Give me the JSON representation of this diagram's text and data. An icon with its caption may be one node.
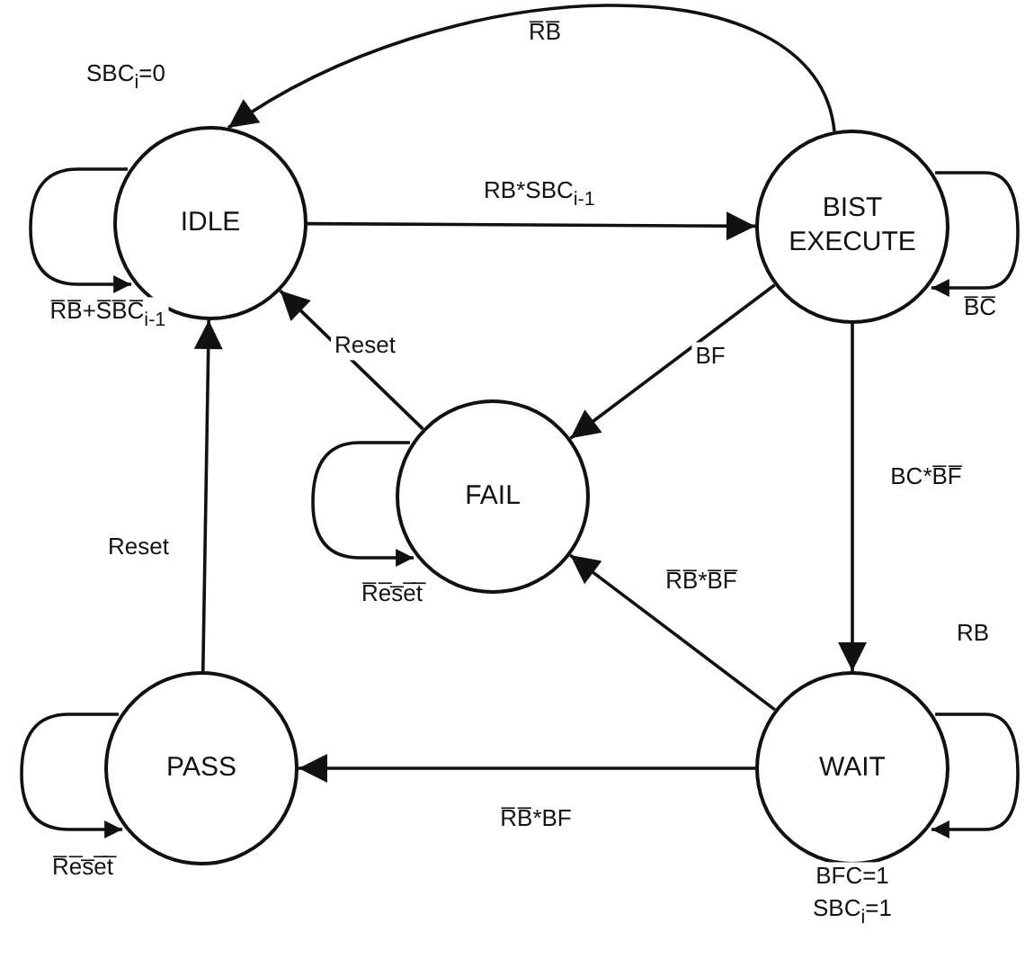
{
  "diagram": {
    "nodes": [
      {
        "text": [
          "IDLE"
        ],
        "beside": [
          "SBC$_{i}$=0"
        ]
      },
      {
        "text": [
          "BIST EXECUTE"
        ]
      },
      {
        "text": [
          "FAIL"
        ]
      },
      {
        "text": [
          "PASS"
        ]
      },
      {
        "text": [
          "WAIT"
        ],
        "beside": [
          "BFC=1",
          "SBC$_{i}$=1"
        ]
      }
    ],
    "edges": [
      {
        "from": 0,
        "to": 1,
        "arrow": "to",
        "label": "RB*SBC$_{i-1}$"
      },
      {
        "from": 1,
        "to": 0,
        "arrow": "to",
        "label": "R̅B̅"
      },
      {
        "from": 0,
        "to": 0,
        "arrow": "to",
        "label": "R̅B̅+S̅B̅C̅$_{i-1}$"
      },
      {
        "from": 1,
        "to": 1,
        "arrow": "to",
        "label": "B̅C̅"
      },
      {
        "from": 1,
        "to": 2,
        "arrow": "to",
        "label": "BF"
      },
      {
        "from": 1,
        "to": 4,
        "arrow": "to",
        "label": "BC*B̅F̅"
      },
      {
        "from": 2,
        "to": 0,
        "arrow": "to",
        "label": "Reset"
      },
      {
        "from": 2,
        "to": 2,
        "arrow": "to",
        "label": "R̅e̅s̅e̅t̅"
      },
      {
        "from": 4,
        "to": 2,
        "arrow": "to",
        "label": "R̅B̅*B̅F̅"
      },
      {
        "from": 4,
        "to": 4,
        "arrow": "to",
        "label": "RB"
      },
      {
        "from": 4,
        "to": 3,
        "arrow": "to",
        "label": "R̅B̅*BF"
      },
      {
        "from": 3,
        "to": 0,
        "arrow": "to",
        "label": "Reset"
      },
      {
        "from": 3,
        "to": 3,
        "arrow": "to",
        "label": "R̅e̅s̅e̅t̅"
      }
    ]
  }
}
